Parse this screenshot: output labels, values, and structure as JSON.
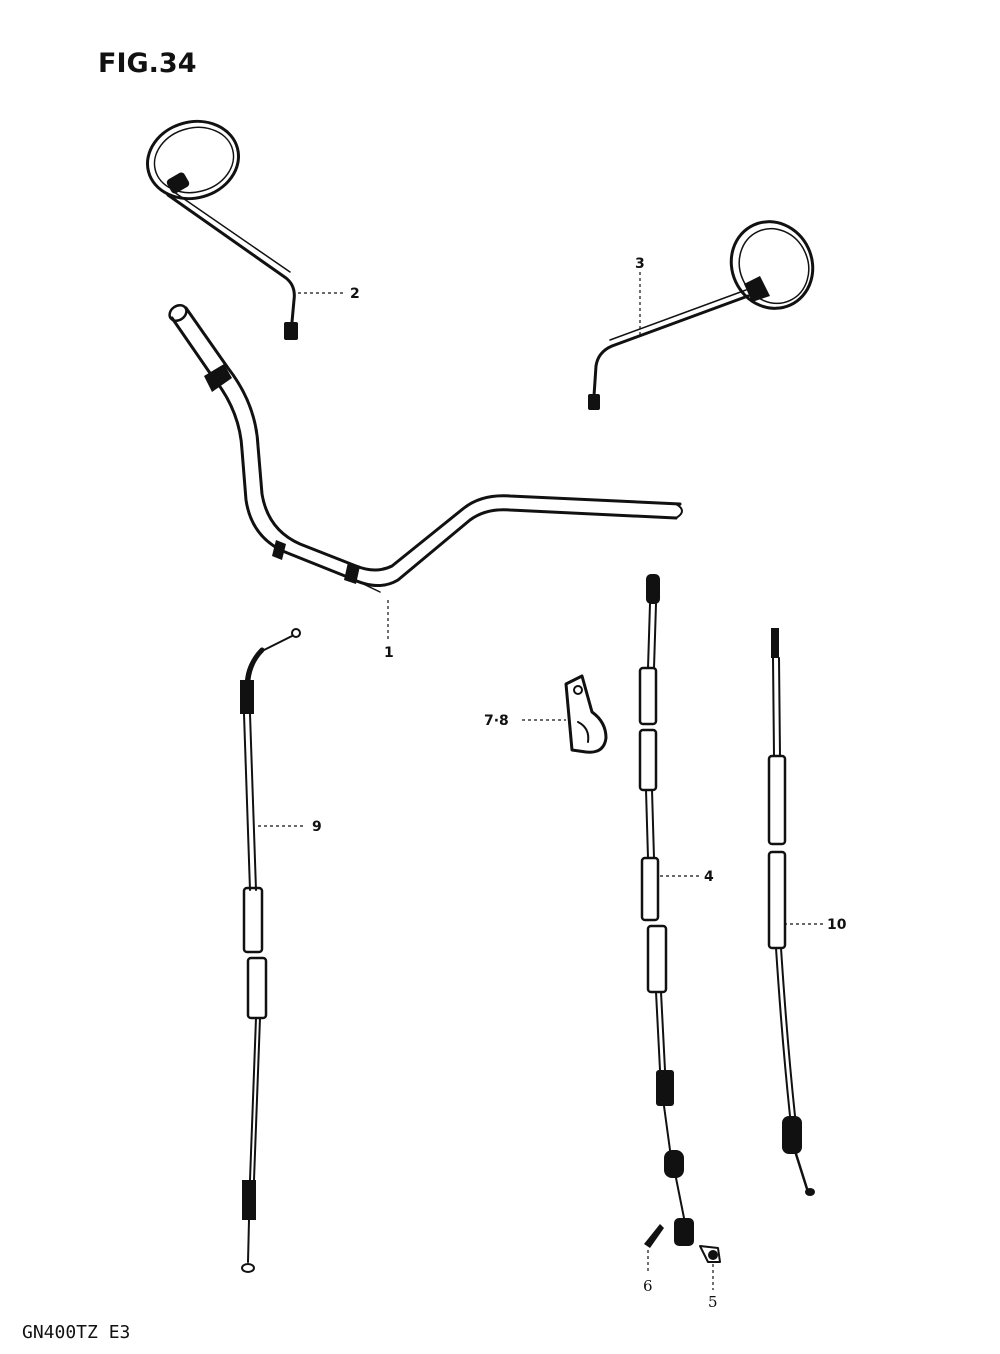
{
  "figure": {
    "title": "FIG.34",
    "model_code": "GN400TZ E3"
  },
  "callouts": {
    "handlebar": "1",
    "mirror_left": "2",
    "mirror_right": "3",
    "clutch_cable": "4",
    "bolt": "5",
    "pin": "6",
    "clamp": "7·8",
    "throttle_cable": "9",
    "brake_cable": "10"
  }
}
